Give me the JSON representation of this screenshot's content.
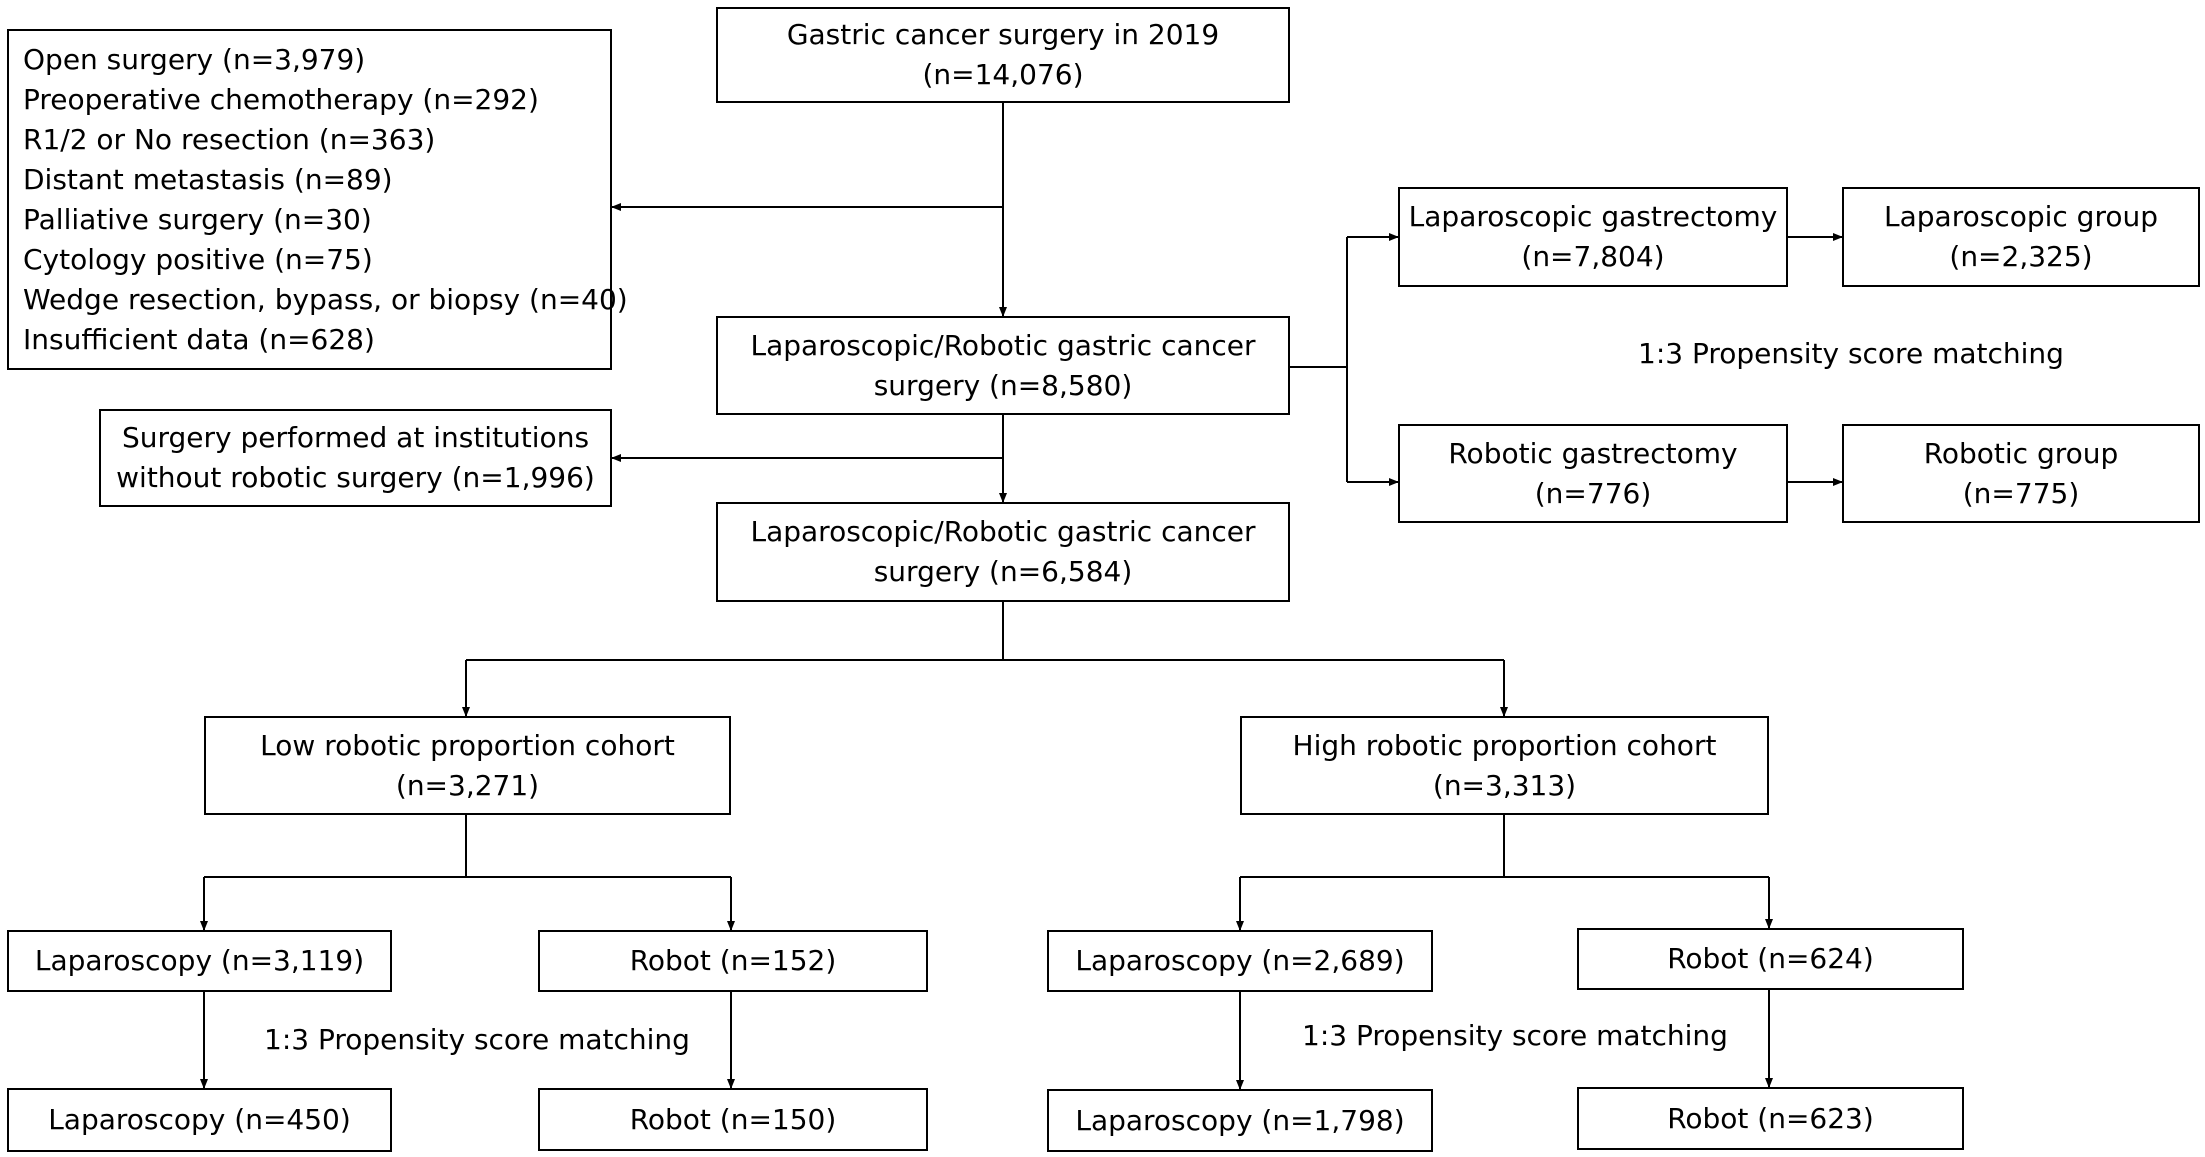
{
  "boxes": {
    "top": {
      "lines": [
        "Gastric cancer surgery in 2019",
        "(n=14,076)"
      ]
    },
    "exclusions": {
      "lines": [
        "Open surgery (n=3,979)",
        "Preoperative chemotherapy (n=292)",
        "R1/2 or No resection (n=363)",
        "Distant metastasis (n=89)",
        "Palliative surgery (n=30)",
        "Cytology positive (n=75)",
        "Wedge resection, bypass, or biopsy (n=40)",
        "Insufficient data (n=628)"
      ]
    },
    "lr1": {
      "lines": [
        "Laparoscopic/Robotic gastric cancer",
        "surgery (n=8,580)"
      ]
    },
    "no_robot": {
      "lines": [
        "Surgery performed at institutions",
        "without robotic surgery (n=1,996)"
      ]
    },
    "lr2": {
      "lines": [
        "Laparoscopic/Robotic gastric cancer",
        "surgery (n=6,584)"
      ]
    },
    "lap_gastrectomy": {
      "lines": [
        "Laparoscopic gastrectomy",
        "(n=7,804)"
      ]
    },
    "lap_group": {
      "lines": [
        "Laparoscopic group",
        "(n=2,325)"
      ]
    },
    "rob_gastrectomy": {
      "lines": [
        "Robotic gastrectomy",
        "(n=776)"
      ]
    },
    "rob_group": {
      "lines": [
        "Robotic group",
        "(n=775)"
      ]
    },
    "low_cohort": {
      "lines": [
        "Low robotic proportion cohort",
        "(n=3,271)"
      ]
    },
    "high_cohort": {
      "lines": [
        "High robotic proportion cohort",
        "(n=3,313)"
      ]
    },
    "low_lap": {
      "lines": [
        "Laparoscopy (n=3,119)"
      ]
    },
    "low_rob": {
      "lines": [
        "Robot (n=152)"
      ]
    },
    "low_lap_m": {
      "lines": [
        "Laparoscopy (n=450)"
      ]
    },
    "low_rob_m": {
      "lines": [
        "Robot (n=150)"
      ]
    },
    "high_lap": {
      "lines": [
        "Laparoscopy (n=2,689)"
      ]
    },
    "high_rob": {
      "lines": [
        "Robot (n=624)"
      ]
    },
    "high_lap_m": {
      "lines": [
        "Laparoscopy (n=1,798)"
      ]
    },
    "high_rob_m": {
      "lines": [
        "Robot (n=623)"
      ]
    }
  },
  "labels": {
    "psm_top": "1:3 Propensity score matching",
    "psm_low": "1:3 Propensity score matching",
    "psm_high": "1:3 Propensity score matching"
  }
}
